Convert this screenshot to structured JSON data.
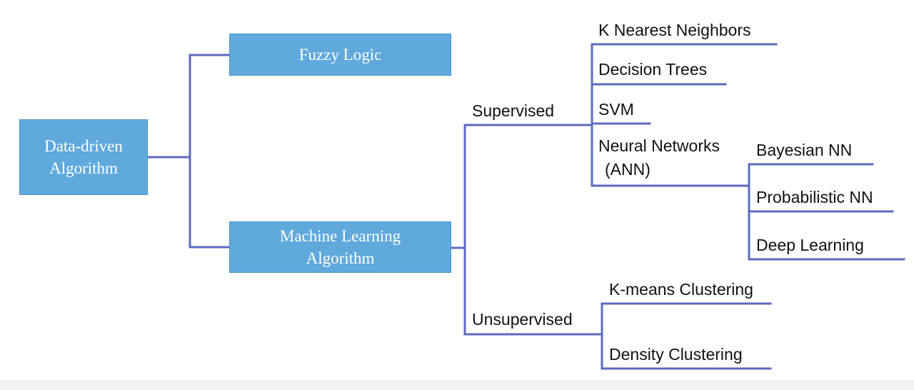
{
  "root": {
    "line1": "Data-driven",
    "line2": "Algorithm"
  },
  "fuzzy": {
    "label": "Fuzzy Logic"
  },
  "ml": {
    "line1": "Machine Learning",
    "line2": "Algorithm"
  },
  "supervised": {
    "label": "Supervised",
    "items": {
      "knn": "K Nearest Neighbors",
      "dt": "Decision Trees",
      "svm": "SVM",
      "nn_line1": "Neural Networks",
      "nn_line2": "(ANN)"
    },
    "nn_children": {
      "bayesian": "Bayesian NN",
      "probabilistic": "Probabilistic NN",
      "deep": "Deep Learning"
    }
  },
  "unsupervised": {
    "label": "Unsupervised",
    "items": {
      "kmeans": "K-means Clustering",
      "density": "Density Clustering"
    }
  },
  "colors": {
    "box_fill": "#5fa9dc",
    "connector": "#5b6bbf"
  }
}
